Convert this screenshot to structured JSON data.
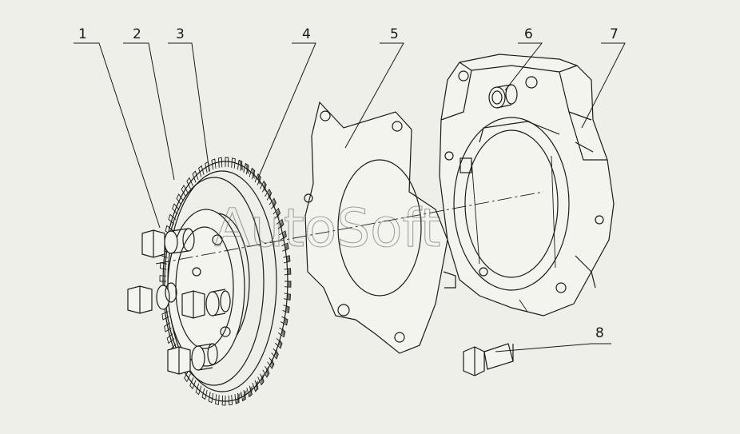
{
  "diagram": {
    "callouts": [
      {
        "id": "1",
        "label": "1"
      },
      {
        "id": "2",
        "label": "2"
      },
      {
        "id": "3",
        "label": "3"
      },
      {
        "id": "4",
        "label": "4"
      },
      {
        "id": "5",
        "label": "5"
      },
      {
        "id": "6",
        "label": "6"
      },
      {
        "id": "7",
        "label": "7"
      },
      {
        "id": "8",
        "label": "8"
      }
    ],
    "watermark": "AutoSoft"
  },
  "colors": {
    "background": "#efefe9",
    "line": "#1a1a1a"
  }
}
